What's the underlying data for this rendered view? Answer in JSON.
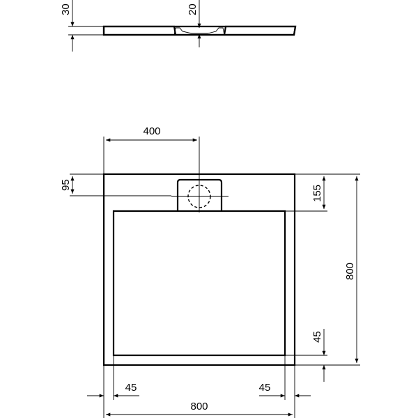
{
  "drawing": {
    "title": "Shower tray technical drawing",
    "side_view": {
      "height_label": "30",
      "drain_depth_label": "20"
    },
    "plan_view": {
      "drain_offset_x_label": "400",
      "drain_offset_y_label": "95",
      "drain_box_height_label": "155",
      "overall_height_label": "800",
      "bottom_rim_label": "45",
      "left_rim_label": "45",
      "right_rim_label": "45",
      "overall_width_label": "800"
    },
    "colors": {
      "line": "#000000",
      "background": "#ffffff"
    }
  }
}
